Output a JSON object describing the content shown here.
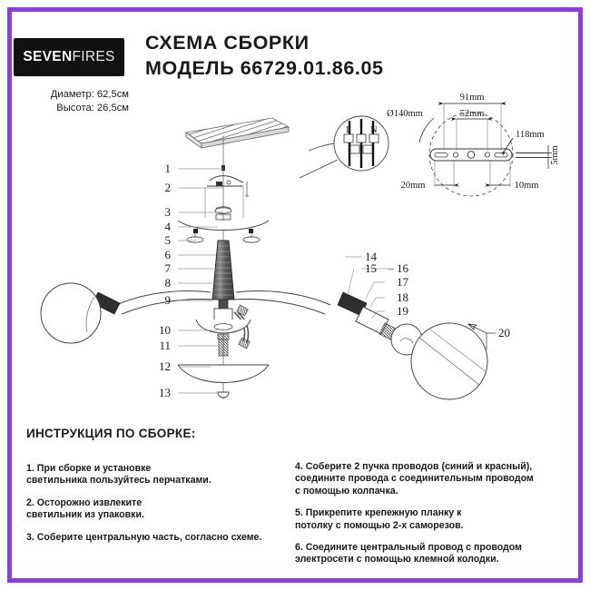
{
  "frame": {
    "border_color": "#8b3fe0"
  },
  "brand": {
    "logo_primary": "SEVEN",
    "logo_secondary": "FIRES"
  },
  "specs": {
    "diameter": "Диаметр: 62,5см",
    "height": "Высота: 26,5см"
  },
  "header": {
    "title": "СХЕМА СБОРКИ",
    "model": "МОДЕЛЬ  66729.01.86.05"
  },
  "callouts": {
    "left": [
      "1",
      "2",
      "3",
      "4",
      "5",
      "6",
      "7",
      "8",
      "9",
      "10",
      "11",
      "12",
      "13"
    ],
    "right": [
      "14",
      "15",
      "16",
      "17",
      "18",
      "19"
    ],
    "globe": "20"
  },
  "dimensions": {
    "diameter_label": "Ø140mm",
    "span_outer": "91mm",
    "span_inner": "52mm",
    "slot_right": "118mm",
    "offset_left": "20mm",
    "offset_right": "10mm",
    "thickness": "5mm"
  },
  "instructions": {
    "heading": "ИНСТРУКЦИЯ ПО СБОРКЕ:",
    "left_items": [
      "1. При сборке и установке\nсветильника пользуйтесь перчатками.",
      "2. Осторожно извлеките\nсветильник из упаковки.",
      "3. Соберите центральную часть, согласно схеме."
    ],
    "right_items": [
      "4. Соберите 2 пучка проводов (синий и красный),\nсоедините провода с соединительным проводом\nс помощью колпачка.",
      "5. Прикрепите крепежную планку к\nпотолку с помощью 2-х саморезов.",
      "6. Соедините центральный провод с проводом\nэлектросети с помощью клемной колодки."
    ]
  }
}
